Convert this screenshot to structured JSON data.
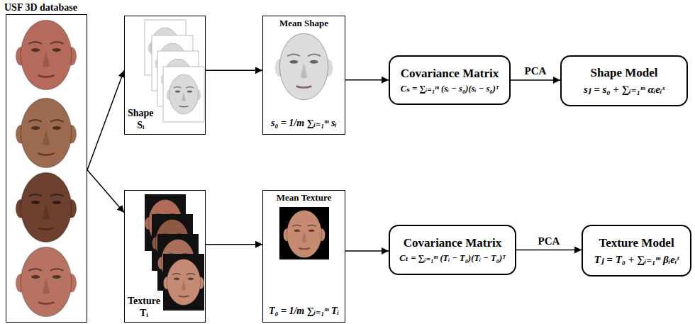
{
  "diagram": {
    "nodes": [
      {
        "text": [
          "USF 3D database"
        ]
      },
      {
        "text": [
          "Shape Sᵢ"
        ]
      },
      {
        "text": [
          "Mean Shape",
          "s₀ = 1/m ∑ᵢ₌₁ᵐ sᵢ"
        ]
      },
      {
        "text": [
          "Covariance Matrix",
          "Cₛ = ∑ᵢ₌₁ᵐ (sᵢ − s₀)(sᵢ − s₀)ᵀ"
        ]
      },
      {
        "text": [
          "Shape Model",
          "sⱼ = s₀ + ∑ᵢ₌₁ᵐ αᵢeᵢˢ"
        ]
      },
      {
        "text": [
          "Texture Tᵢ"
        ]
      },
      {
        "text": [
          "Mean Texture",
          "T₀ = 1/m ∑ᵢ₌₁ᵐ Tᵢ"
        ]
      },
      {
        "text": [
          "Covariance Matrix",
          "Cₜ = ∑ᵢ₌₁ᵐ (Tᵢ − T₀)(Tᵢ − T₀)ᵀ"
        ]
      },
      {
        "text": [
          "Texture Model",
          "Tⱼ = T₀ + ∑ᵢ₌₁ᵐ βᵢeᵢᵗ"
        ]
      }
    ],
    "edges": [
      {
        "from": 0,
        "to": 1,
        "arrow": "to"
      },
      {
        "from": 0,
        "to": 5,
        "arrow": "to"
      },
      {
        "from": 1,
        "to": 2,
        "arrow": "to"
      },
      {
        "from": 2,
        "to": 3,
        "arrow": "to"
      },
      {
        "from": 3,
        "to": 4,
        "label": "PCA",
        "arrow": "to"
      },
      {
        "from": 5,
        "to": 6,
        "arrow": "to"
      },
      {
        "from": 6,
        "to": 7,
        "arrow": "to"
      },
      {
        "from": 7,
        "to": 8,
        "label": "PCA",
        "arrow": "to"
      }
    ]
  }
}
